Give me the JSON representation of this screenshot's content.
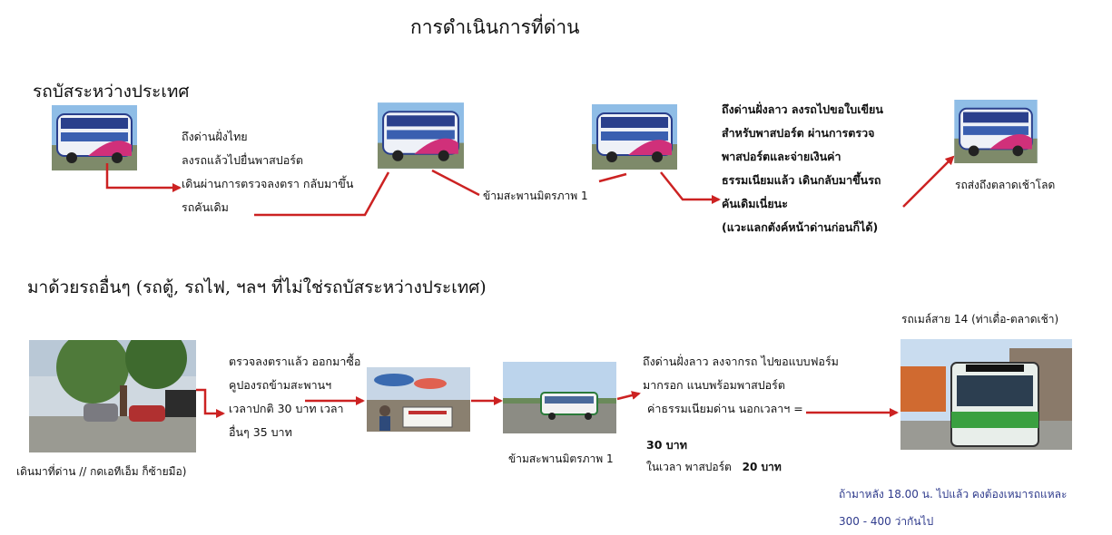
{
  "title": "การดำเนินการที่ด่าน",
  "section1": {
    "heading": "รถบัสระหว่างประเทศ",
    "step1": [
      "ถึงด่านฝั่งไทย",
      "ลงรถแล้วไปยื่นพาสปอร์ต",
      "เดินผ่านการตรวจลงตรา กลับมาขึ้น",
      "รถคันเดิม"
    ],
    "bridge": "ข้ามสะพานมิตรภาพ 1",
    "step3": [
      "ถึงด่านฝั่งลาว ลงรถไปขอใบเขียน",
      "สำหรับพาสปอร์ต ผ่านการตรวจ",
      "พาสปอร์ตและจ่ายเงินค่า",
      "ธรรมเนียมแล้ว เดินกลับมาขึ้นรถ",
      "คันเดิมเนี่ยนะ",
      "(แวะแลกตังค์หน้าด่านก่อนก็ได้)"
    ],
    "destination": "รถส่งถึงตลาดเช้าโลด"
  },
  "section2": {
    "heading": "มาด้วยรถอื่นๆ",
    "heading_paren": "(รถตู้, รถไฟ, ฯลฯ ที่ไม่ใช่รถบัสระหว่างประเทศ)",
    "walk_caption": "เดินมาที่ด่าน // กดเอทีเอ็ม ก็ซ้ายมือ)",
    "ticket": [
      "ตรวจลงตราแล้ว ออกมาซื้อ",
      "คูปองรถข้ามสะพานฯ",
      "เวลาปกติ 30 บาท เวลา",
      "อื่นๆ 35 บาท"
    ],
    "bridge": "ข้ามสะพานมิตรภาพ 1",
    "laos": [
      "ถึงด่านฝั่งลาว ลงจากรถ ไปขอแบบฟอร์ม",
      "มากรอก แนบพร้อมพาสปอร์ต",
      "ค่าธรรมเนียมด่าน นอกเวลาฯ ="
    ],
    "fee1": "30 บาท",
    "fee2_label": "ในเวลา พาสปอร์ต",
    "fee2_value": "20 บาท",
    "bus14": "รถเมล์สาย 14 (ท่าเดื่อ-ตลาดเช้า)",
    "note": [
      "ถ้ามาหลัง 18.00 น. ไปแล้ว คงต้องเหมารถแหละ",
      "300 - 400 ว่ากันไป"
    ]
  },
  "colors": {
    "arrow": "#cc2222",
    "note": "#2e3a8c",
    "bus_pink": "#d0307a",
    "bus_blue": "#2a3f8c",
    "bus14_green": "#3aa040"
  },
  "icons": [
    "bus-photo",
    "border-walk-photo",
    "ticket-booth-photo",
    "bridge-bus-photo",
    "city-bus-photo"
  ]
}
